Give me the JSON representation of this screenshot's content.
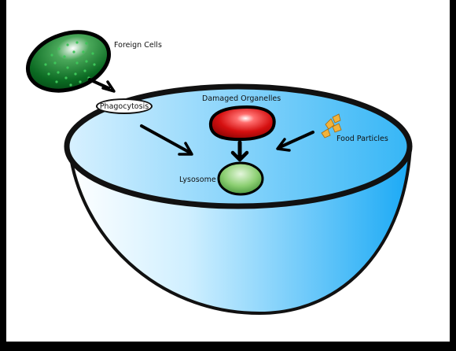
{
  "labels": {
    "foreign_cells": "Foreign Cells",
    "phagocytosis": "Phagocytosis",
    "damaged_organelles": "Damaged Organelles",
    "food_particles": "Food Particles",
    "lysosome": "Lysosome"
  },
  "icons": {
    "foreign_cell": "foreign-cell-icon",
    "damaged_organelle": "damaged-organelle-icon",
    "food_particles": "food-particles-icon",
    "lysosome": "lysosome-icon",
    "cell_bowl": "cell-bowl-icon"
  },
  "colors": {
    "background_frame": "#000000",
    "canvas": "#ffffff",
    "cell_light": "#eaf7ff",
    "cell_dark": "#19a9f2",
    "foreign_cell": "#0e6a23",
    "damaged_organelle": "#d01010",
    "lysosome": "#6fbf5a",
    "food_particle": "#f2b23a",
    "outline": "#111111"
  }
}
